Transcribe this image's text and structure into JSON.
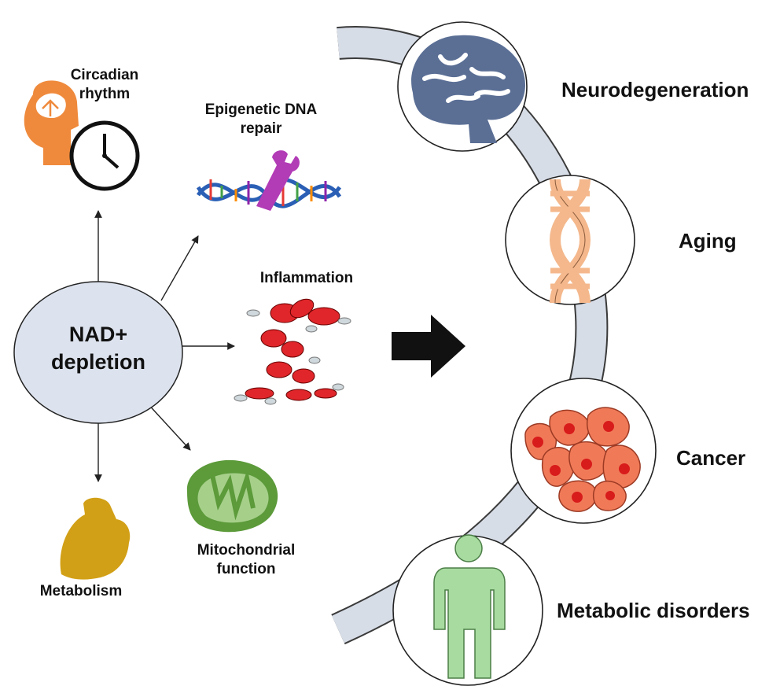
{
  "center_node": {
    "label": "NAD+\ndepletion"
  },
  "effects": [
    {
      "id": "circadian",
      "label": "Circadian\nrhythm",
      "icon": "head-clock-icon"
    },
    {
      "id": "dna_repair",
      "label": "Epigenetic DNA\nrepair",
      "icon": "dna-wrench-icon"
    },
    {
      "id": "inflammation",
      "label": "Inflammation",
      "icon": "blood-cells-icon"
    },
    {
      "id": "mitochondrial",
      "label": "Mitochondrial\nfunction",
      "icon": "mitochondrion-icon"
    },
    {
      "id": "metabolism",
      "label": "Metabolism",
      "icon": "flexed-arm-icon"
    }
  ],
  "outcomes": [
    {
      "id": "neurodegeneration",
      "label": "Neurodegeneration",
      "icon": "brain-icon"
    },
    {
      "id": "aging",
      "label": "Aging",
      "icon": "dna-helix-icon"
    },
    {
      "id": "cancer",
      "label": "Cancer",
      "icon": "cancer-cells-icon"
    },
    {
      "id": "metabolic",
      "label": "Metabolic disorders",
      "icon": "person-icon"
    }
  ],
  "colors": {
    "node_fill": "#dde3ee",
    "band_fill": "#d7dde7",
    "brain": "#5b6f95",
    "dna": "#f4b88c",
    "cancer": "#f07a58",
    "person": "#a7dba0",
    "head": "#ef8a3c",
    "mito": "#5c9a3a",
    "arm": "#d2a016",
    "red_cell": "#e0262a"
  }
}
